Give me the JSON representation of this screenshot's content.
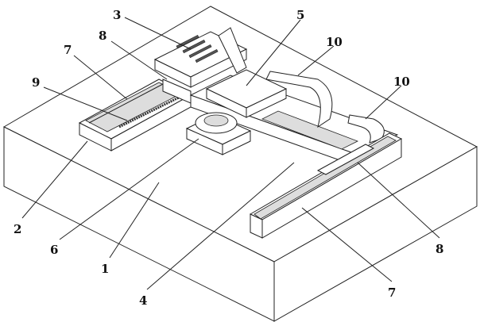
{
  "figure": {
    "labels": {
      "l1": "1",
      "l2": "2",
      "l3": "3",
      "l4": "4",
      "l5": "5",
      "l6": "6",
      "l7a": "7",
      "l7b": "7",
      "l8a": "8",
      "l8b": "8",
      "l9": "9",
      "l10a": "10",
      "l10b": "10"
    }
  }
}
